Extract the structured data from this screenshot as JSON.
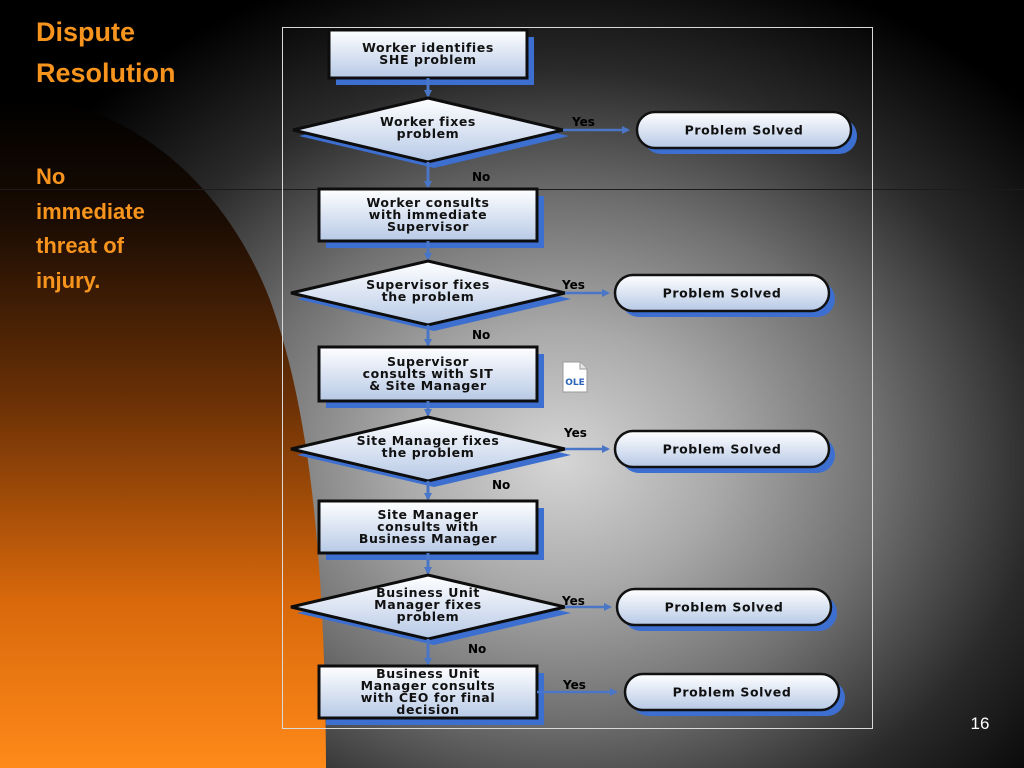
{
  "slide": {
    "title": "Dispute\nResolution",
    "subtitle": "No\nimmediate\nthreat of\ninjury.",
    "page_number": "16",
    "ole_label": "OLE"
  },
  "flowchart": {
    "steps": [
      {
        "id": "s1",
        "type": "process",
        "lines": [
          "Worker identifies",
          "SHE problem"
        ]
      },
      {
        "id": "d1",
        "type": "decision",
        "lines": [
          "Worker fixes",
          "problem"
        ],
        "yes": "Yes",
        "no": "No",
        "outcome": "Problem Solved"
      },
      {
        "id": "s2",
        "type": "process",
        "lines": [
          "Worker consults",
          "with immediate",
          "Supervisor"
        ]
      },
      {
        "id": "d2",
        "type": "decision",
        "lines": [
          "Supervisor fixes",
          "the problem"
        ],
        "yes": "Yes",
        "no": "No",
        "outcome": "Problem Solved"
      },
      {
        "id": "s3",
        "type": "process",
        "lines": [
          "Supervisor",
          "consults with SIT",
          "& Site Manager"
        ]
      },
      {
        "id": "d3",
        "type": "decision",
        "lines": [
          "Site Manager fixes",
          "the problem"
        ],
        "yes": "Yes",
        "no": "No",
        "outcome": "Problem Solved"
      },
      {
        "id": "s4",
        "type": "process",
        "lines": [
          "Site Manager",
          "consults with",
          "Business Manager"
        ]
      },
      {
        "id": "d4",
        "type": "decision",
        "lines": [
          "Business Unit",
          "Manager fixes",
          "problem"
        ],
        "yes": "Yes",
        "no": "No",
        "outcome": "Problem Solved"
      },
      {
        "id": "s5",
        "type": "process",
        "lines": [
          "Business Unit",
          "Manager consults",
          "with CEO for final",
          "decision"
        ],
        "yes": "Yes",
        "outcome": "Problem Solved"
      }
    ]
  },
  "colors": {
    "accent_orange": "#f7941d",
    "box_fill_top": "#ffffff",
    "box_fill_bottom": "#b7c9e6",
    "box_shadow_blue": "#3d6fd0",
    "arrow_blue": "#4a76c8"
  }
}
